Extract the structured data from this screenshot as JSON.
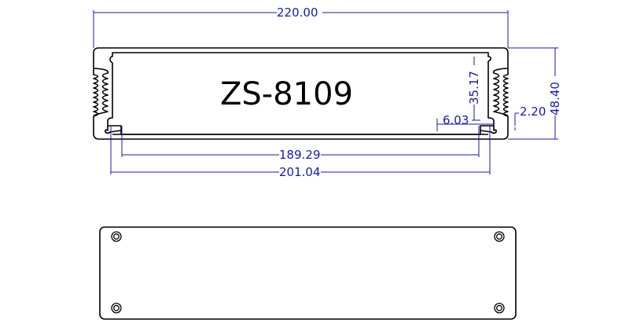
{
  "drawing": {
    "model_label": "ZS-8109",
    "colors": {
      "outline": "#000000",
      "dimension": "#1a1aa6",
      "background": "#ffffff"
    },
    "dimensions": {
      "overall_width": "220.00",
      "overall_height": "48.40",
      "inner_height": "35.17",
      "slot_width": "6.03",
      "slot_gap": "2.20",
      "inner_width": "189.29",
      "slot_span_width": "201.04"
    },
    "views": {
      "profile": "cross-section",
      "panel": "end-panel"
    },
    "panel": {
      "screw_holes": 4
    }
  }
}
